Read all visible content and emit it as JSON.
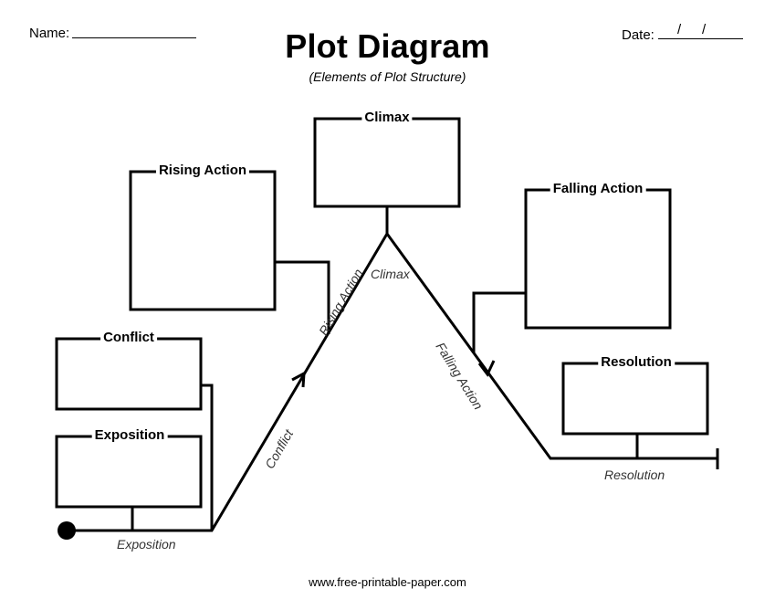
{
  "header": {
    "name_label": "Name:",
    "date_label": "Date:",
    "date_separators": [
      "/",
      "/"
    ],
    "title": "Plot Diagram",
    "subtitle": "(Elements of Plot Structure)"
  },
  "boxes": {
    "climax": "Climax",
    "rising_action": "Rising Action",
    "falling_action": "Falling Action",
    "conflict": "Conflict",
    "exposition": "Exposition",
    "resolution": "Resolution"
  },
  "line_labels": {
    "climax": "Climax",
    "rising_action": "Rising Action",
    "falling_action": "Falling Action",
    "conflict": "Conflict",
    "exposition": "Exposition",
    "resolution": "Resolution"
  },
  "footer": {
    "url": "www.free-printable-paper.com"
  }
}
